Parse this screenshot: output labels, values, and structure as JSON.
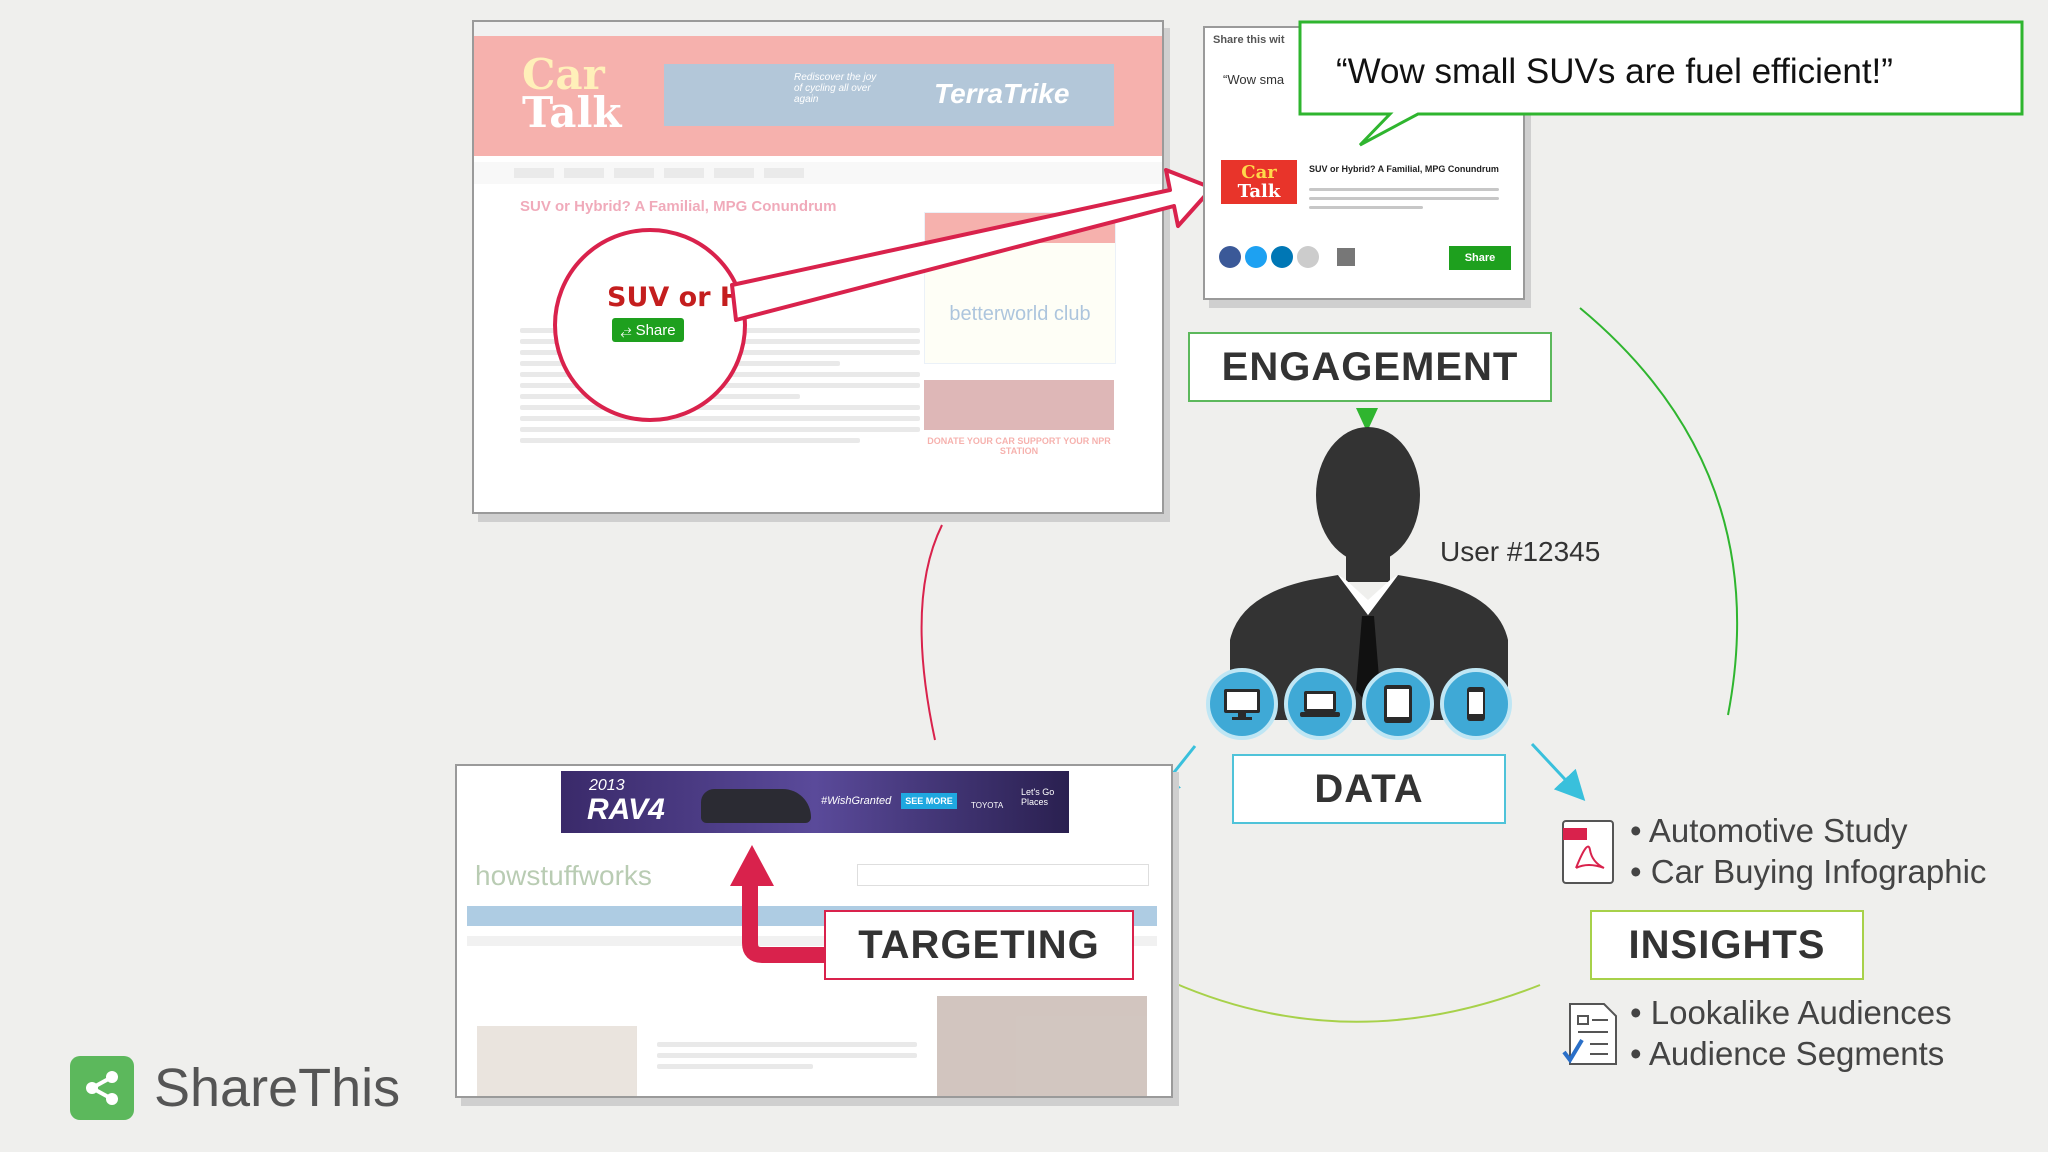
{
  "quote": "“Wow small SUVs are fuel efficient!”",
  "user_label": "User #12345",
  "labels": {
    "engagement": "ENGAGEMENT",
    "data": "DATA",
    "insights": "INSIGHTS",
    "targeting": "TARGETING"
  },
  "insights_top": [
    "Automotive Study",
    "Car Buying Infographic"
  ],
  "insights_bottom": [
    "Lookalike Audiences",
    "Audience Segments"
  ],
  "cartalk": {
    "logo_top": "Car",
    "logo_bottom": "Talk",
    "banner_brand": "TerraTrike",
    "banner_tagline": "Rediscover the joy of cycling all over again",
    "article_title": "SUV or Hybrid? A Familial, MPG Conundrum",
    "zoom_title": "SUV or H",
    "share_button": "Share",
    "sidebar_ad": "betterworld club",
    "donate": "DONATE YOUR CAR SUPPORT YOUR NPR STATION"
  },
  "share_dialog": {
    "header": "Share this wit",
    "quote_snippet": "“Wow sma",
    "article_title": "SUV or Hybrid? A Familial, MPG Conundrum",
    "share_button": "Share"
  },
  "howstuffworks": {
    "ad_year": "2013",
    "ad_model": "RAV4",
    "ad_hashtag": "#WishGranted",
    "ad_cta": "SEE MORE",
    "ad_brand": "TOYOTA",
    "ad_slogan": "Let's Go Places",
    "logo": "howstuffworks"
  },
  "brand": {
    "name": "ShareThis",
    "green": "#5cb85c",
    "red": "#d9224c",
    "cyan": "#4fc3d9",
    "lime": "#9acd32"
  }
}
